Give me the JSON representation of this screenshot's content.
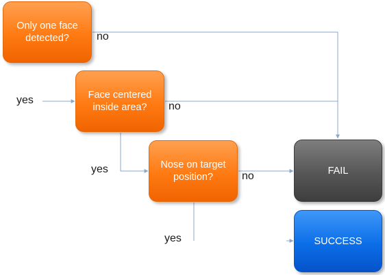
{
  "nodes": {
    "only_one_face": "Only one face detected?",
    "face_centered": "Face centered inside area?",
    "nose_on_target": "Nose on target position?",
    "fail": "FAIL",
    "success": "SUCCESS"
  },
  "edge_labels": {
    "yes_entry": "yes",
    "no_one_face": "no",
    "no_centered": "no",
    "yes_centered": "yes",
    "no_nose": "no",
    "yes_nose": "yes"
  },
  "colors": {
    "decision": "#ff7a12",
    "fail": "#565656",
    "success": "#0b6ee8",
    "connector": "#8aa8cc"
  }
}
